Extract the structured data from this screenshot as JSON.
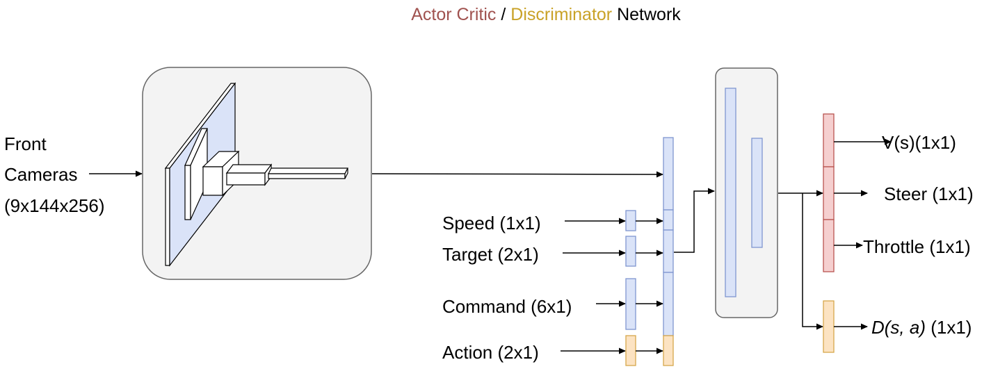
{
  "title": {
    "actor_critic": "Actor Critic",
    "slash": " / ",
    "discriminator": "Discriminator",
    "network": " Network",
    "colors": {
      "actor_critic": "#a0524f",
      "discriminator": "#c9a227",
      "network": "#000000"
    }
  },
  "inputs": {
    "front": "Front",
    "cameras": "Cameras",
    "cameras_shape": "(9x144x256)",
    "speed": "Speed (1x1)",
    "target": "Target (2x1)",
    "command": "Command (6x1)",
    "action": "Action (2x1)"
  },
  "outputs": {
    "value": "V(s)(1x1)",
    "steer": "Steer (1x1)",
    "throttle": "Throttle (1x1)",
    "disc_func": "D(s, a)",
    "disc_shape": " (1x1)"
  },
  "colors": {
    "blue_fill": "#dae3f8",
    "blue_stroke": "#7f96cf",
    "red_fill": "#f5cfcf",
    "red_stroke": "#b85450",
    "orange_fill": "#fce3c2",
    "orange_stroke": "#d6a84c",
    "module_fill": "#f3f3f3",
    "module_stroke": "#666666"
  }
}
